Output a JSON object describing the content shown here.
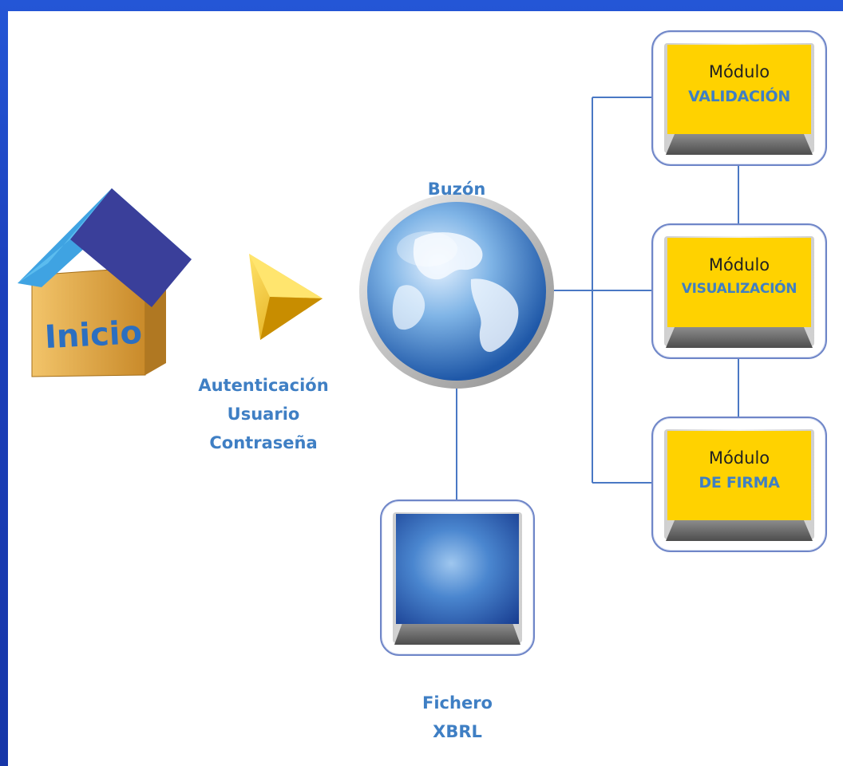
{
  "house": {
    "label": "Inicio"
  },
  "auth": {
    "lines": [
      "Autenticación",
      "Usuario",
      "Contraseña"
    ]
  },
  "globe": {
    "label": "Buzón"
  },
  "modules": [
    {
      "line1": "Módulo",
      "line2": "VALIDACIÓN"
    },
    {
      "line1": "Módulo",
      "line2": "VISUALIZACIÓN"
    },
    {
      "line1": "Módulo",
      "line2": "DE FIRMA"
    }
  ],
  "file": {
    "line1": "Fichero",
    "line2": "XBRL"
  },
  "colors": {
    "background": "#1a3fb8",
    "connector": "#4a78c4",
    "label": "#3f7fc4",
    "module_screen": "#ffd200",
    "house_roof": "#3a3f9a",
    "house_wall": "#e6b34a",
    "arrow": "#f5c200"
  }
}
